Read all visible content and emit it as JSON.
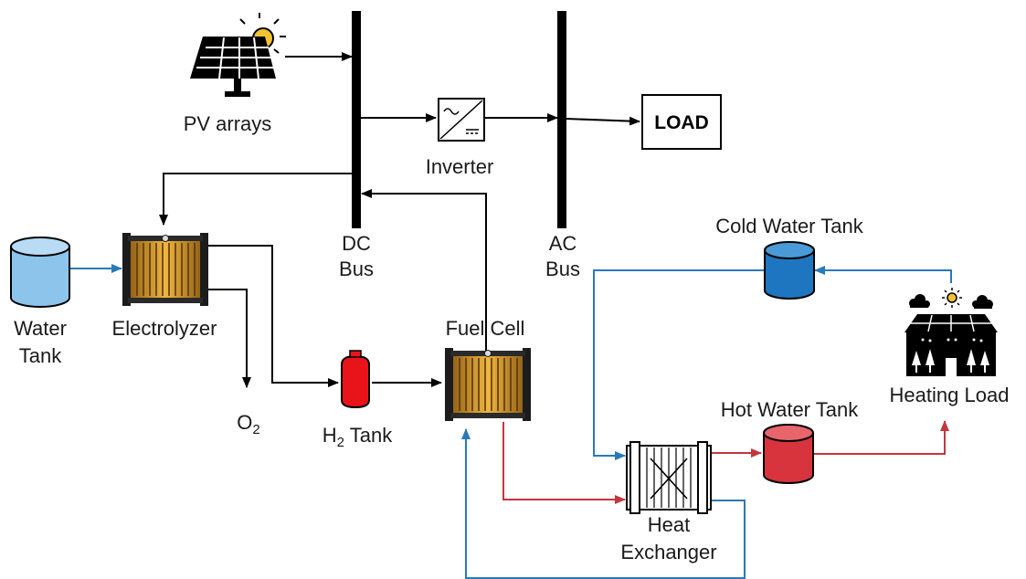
{
  "labels": {
    "pv": "PV arrays",
    "inverter": "Inverter",
    "load": "LOAD",
    "dc_bus": [
      "DC",
      "Bus"
    ],
    "ac_bus": [
      "AC",
      "Bus"
    ],
    "water_tank": [
      "Water",
      "Tank"
    ],
    "electrolyzer": "Electrolyzer",
    "o2": {
      "base": "O",
      "sub": "2"
    },
    "h2_tank": {
      "base": "H",
      "sub": "2",
      "rest": " Tank"
    },
    "fuel_cell": "Fuel Cell",
    "cold_water_tank": "Cold Water Tank",
    "hot_water_tank": "Hot Water Tank",
    "heating_load": "Heating Load",
    "heat_exchanger": [
      "Heat",
      "Exchanger"
    ]
  },
  "colors": {
    "electric_flow": "#000000",
    "cold_water": "#2a7ab8",
    "hot_water": "#c4363e",
    "water_tank_fill": "#8cc4ec",
    "cold_tank_fill": "#1f76c0",
    "hot_tank_fill": "#d8343d",
    "h2_tank_fill": "#e8141a"
  }
}
